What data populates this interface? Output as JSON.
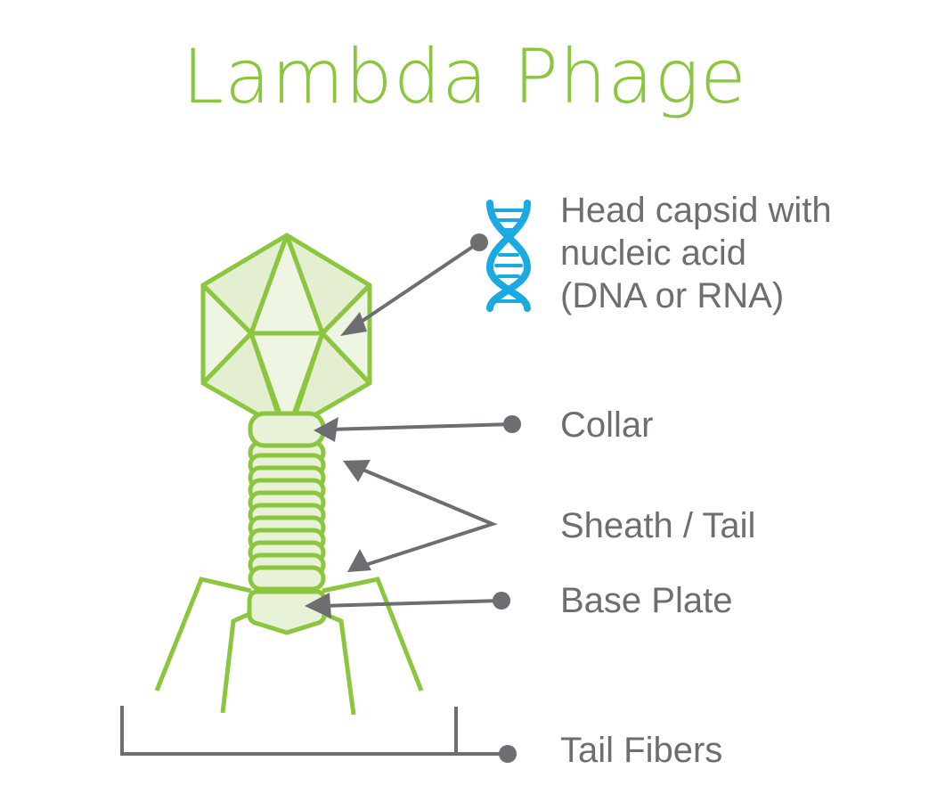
{
  "title": "Lambda Phage",
  "colors": {
    "title": "#8cc63f",
    "outline": "#8cc63f",
    "fill_light": "#eef5e2",
    "fill_mid": "#e3efd0",
    "pointer": "#6d6e71",
    "label_text": "#6d6e71",
    "dna_icon": "#1ba9e1"
  },
  "labels": {
    "head_line1": "Head capsid with",
    "head_line2": "nucleic acid",
    "head_line3": "(DNA or RNA)",
    "collar": "Collar",
    "sheath": "Sheath / Tail",
    "base_plate": "Base Plate",
    "tail_fibers": "Tail Fibers"
  },
  "icons": {
    "dna": "dna-helix-icon"
  }
}
